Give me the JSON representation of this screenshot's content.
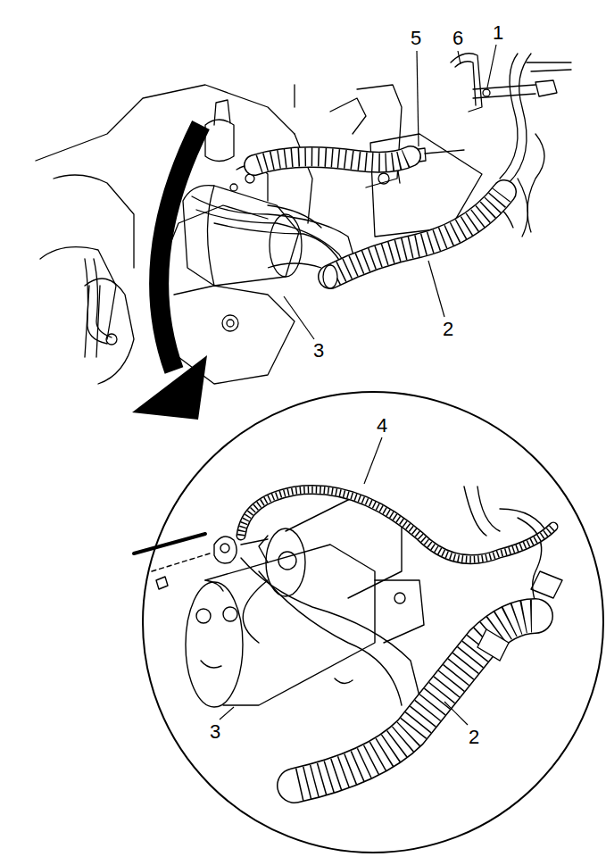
{
  "diagram": {
    "labels": [
      "5",
      "6",
      "1",
      "2",
      "3",
      "4",
      "3",
      "2"
    ]
  }
}
